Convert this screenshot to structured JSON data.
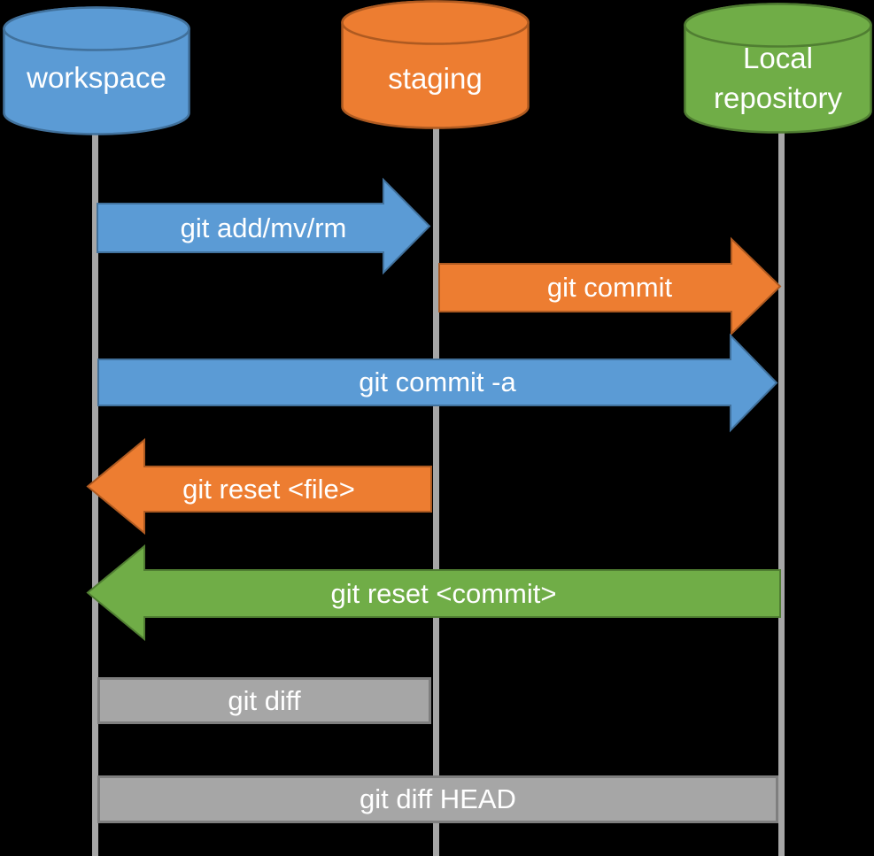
{
  "colors": {
    "background": "#000000",
    "lifeline": "#A6A6A6",
    "label_text": "#FFFFFF"
  },
  "nodes": [
    {
      "id": "workspace",
      "label": "workspace",
      "fill": "#5B9BD5",
      "stroke": "#41719C"
    },
    {
      "id": "staging",
      "label": "staging",
      "fill": "#ED7D31",
      "stroke": "#AE5A21"
    },
    {
      "id": "local-repository",
      "label": "Local\nrepository",
      "fill": "#70AD47",
      "stroke": "#507E32"
    }
  ],
  "arrows": [
    {
      "id": "git-add-mv-rm",
      "label": "git add/mv/rm",
      "from": "workspace",
      "to": "staging",
      "direction": "right",
      "fill": "#5B9BD5",
      "stroke": "#41719C"
    },
    {
      "id": "git-commit",
      "label": "git commit",
      "from": "staging",
      "to": "local-repository",
      "direction": "right",
      "fill": "#ED7D31",
      "stroke": "#AE5A21"
    },
    {
      "id": "git-commit-a",
      "label": "git commit -a",
      "from": "workspace",
      "to": "local-repository",
      "direction": "right",
      "fill": "#5B9BD5",
      "stroke": "#41719C"
    },
    {
      "id": "git-reset-file",
      "label": "git reset <file>",
      "from": "staging",
      "to": "workspace",
      "direction": "left",
      "fill": "#ED7D31",
      "stroke": "#AE5A21"
    },
    {
      "id": "git-reset-commit",
      "label": "git reset <commit>",
      "from": "local-repository",
      "to": "workspace",
      "direction": "left",
      "fill": "#70AD47",
      "stroke": "#507E32"
    }
  ],
  "bars": [
    {
      "id": "git-diff",
      "label": "git diff",
      "from": "workspace",
      "to": "staging",
      "fill": "#A6A6A6",
      "stroke": "#7F7F7F"
    },
    {
      "id": "git-diff-head",
      "label": "git diff HEAD",
      "from": "workspace",
      "to": "local-repository",
      "fill": "#A6A6A6",
      "stroke": "#7F7F7F"
    }
  ]
}
